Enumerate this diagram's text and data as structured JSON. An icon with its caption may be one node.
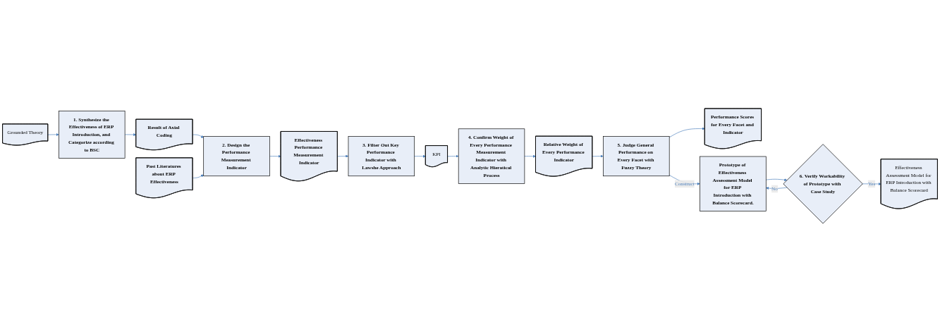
{
  "diagram": {
    "nodes": [
      {
        "text": [
          "Grounded Theory"
        ]
      },
      {
        "text": [
          "1. Synthesize the Effectiveness of ERP Introduction, and Categorize according to BSC"
        ]
      },
      {
        "text": [
          "Result of Axial Coding"
        ]
      },
      {
        "text": [
          "Past Literatures about ERP Effectiveness"
        ]
      },
      {
        "text": [
          "2. Design the Performance Measurement Indicator"
        ]
      },
      {
        "text": [
          "Effectiveness Performance Measurement Indicator"
        ]
      },
      {
        "text": [
          "3. Filter Out Key Performance Indicator with Lawshe Approach"
        ]
      },
      {
        "text": [
          "KPI"
        ]
      },
      {
        "text": [
          "4. Confirm Weight of Every Performance Measurement Indicator with Analytic Hieratical Process"
        ]
      },
      {
        "text": [
          "Relative Weight of Every Performance Indicator"
        ]
      },
      {
        "text": [
          "5. Judge General Performance on Every Facet with Fuzzy Theory"
        ]
      },
      {
        "text": [
          "Performance Scores for Every Facet and Indicator"
        ]
      },
      {
        "text": [
          "Prototype of Effectiveness Assessment Model for ERP Introduction with Balance Scorecard."
        ]
      },
      {
        "text": [
          "6. Verify Workability of Prototype with Case Study"
        ]
      },
      {
        "text": [
          "Effectiveness Assessment Model for ERP Introduction with Balance Scorecard"
        ]
      }
    ],
    "edges": [
      {
        "from": 0,
        "to": 1,
        "arrow": "to"
      },
      {
        "from": 1,
        "to": 2,
        "arrow": "to"
      },
      {
        "from": 2,
        "to": 4,
        "arrow": "to"
      },
      {
        "from": 3,
        "to": 4,
        "arrow": "to"
      },
      {
        "from": 4,
        "to": 5,
        "arrow": "to"
      },
      {
        "from": 5,
        "to": 6,
        "arrow": "to"
      },
      {
        "from": 6,
        "to": 7,
        "arrow": "to"
      },
      {
        "from": 7,
        "to": 8,
        "arrow": "to"
      },
      {
        "from": 8,
        "to": 9,
        "arrow": "to"
      },
      {
        "from": 9,
        "to": 10,
        "arrow": "to"
      },
      {
        "from": 10,
        "to": 11,
        "arrow": "to"
      },
      {
        "from": 10,
        "to": 12,
        "arrow": "to",
        "label": "Construct"
      },
      {
        "from": 12,
        "to": 13,
        "arrow": "to"
      },
      {
        "from": 13,
        "to": 12,
        "arrow": "to",
        "label": "No"
      },
      {
        "from": 13,
        "to": 14,
        "arrow": "to",
        "label": "Yes"
      }
    ]
  }
}
